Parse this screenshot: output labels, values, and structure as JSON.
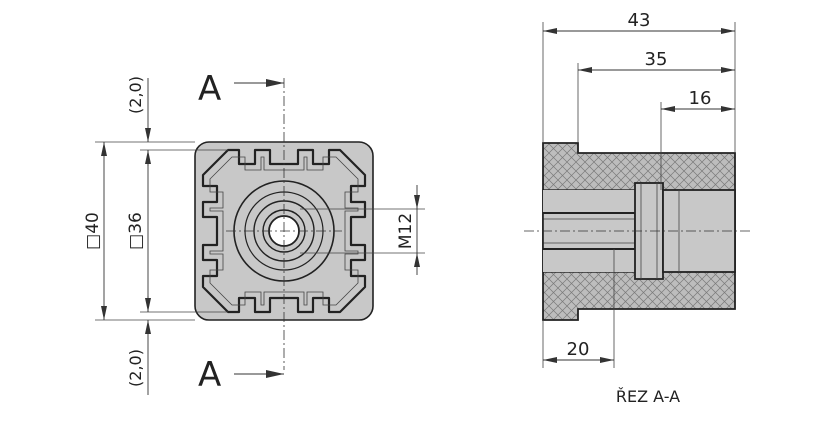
{
  "front_view": {
    "section_marker_top": "A",
    "section_marker_bottom": "A",
    "dim_outer_square": "□40",
    "dim_inner_square": "□36",
    "dim_gap_top": "(2,0)",
    "dim_gap_bottom": "(2,0)",
    "dim_thread": "M12"
  },
  "section_view": {
    "dim_total_length": "43",
    "dim_body_length": "35",
    "dim_bore_length": "16",
    "dim_thread_length": "20",
    "caption": "ŘEZ A-A"
  },
  "colors": {
    "body_fill": "#c8c8c8",
    "outline": "#222222",
    "dimension": "#333333"
  }
}
